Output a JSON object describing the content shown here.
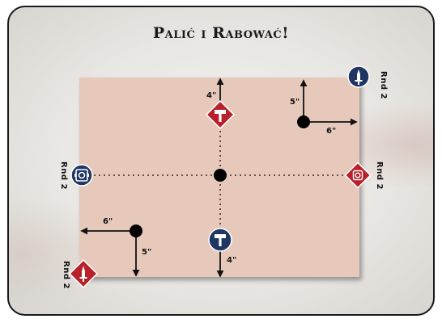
{
  "title": "Palić i Rabować!",
  "measurements": {
    "top_center": "4\"",
    "bottom_center": "4\"",
    "top_right_vertical": "5\"",
    "top_right_horizontal": "6\"",
    "bottom_left_horizontal": "6\"",
    "bottom_left_vertical": "5\""
  },
  "round_labels": {
    "top_right": "Rnd 2",
    "left": "Rnd 2",
    "right": "Rnd 2",
    "bottom_left": "Rnd 2"
  },
  "icons": {
    "top_center": "hammer-red-diamond-icon",
    "bottom_center": "hammer-blue-circle-icon",
    "top_right": "sword-blue-circle-icon",
    "left": "crest-blue-circle-icon",
    "right": "crest-red-diamond-icon",
    "bottom_left": "sword-red-diamond-icon"
  },
  "colors": {
    "board": "#e7c9bc",
    "blue_marker": "#1f3663",
    "red_marker": "#b8202a",
    "card_border": "#1a1a1a"
  }
}
